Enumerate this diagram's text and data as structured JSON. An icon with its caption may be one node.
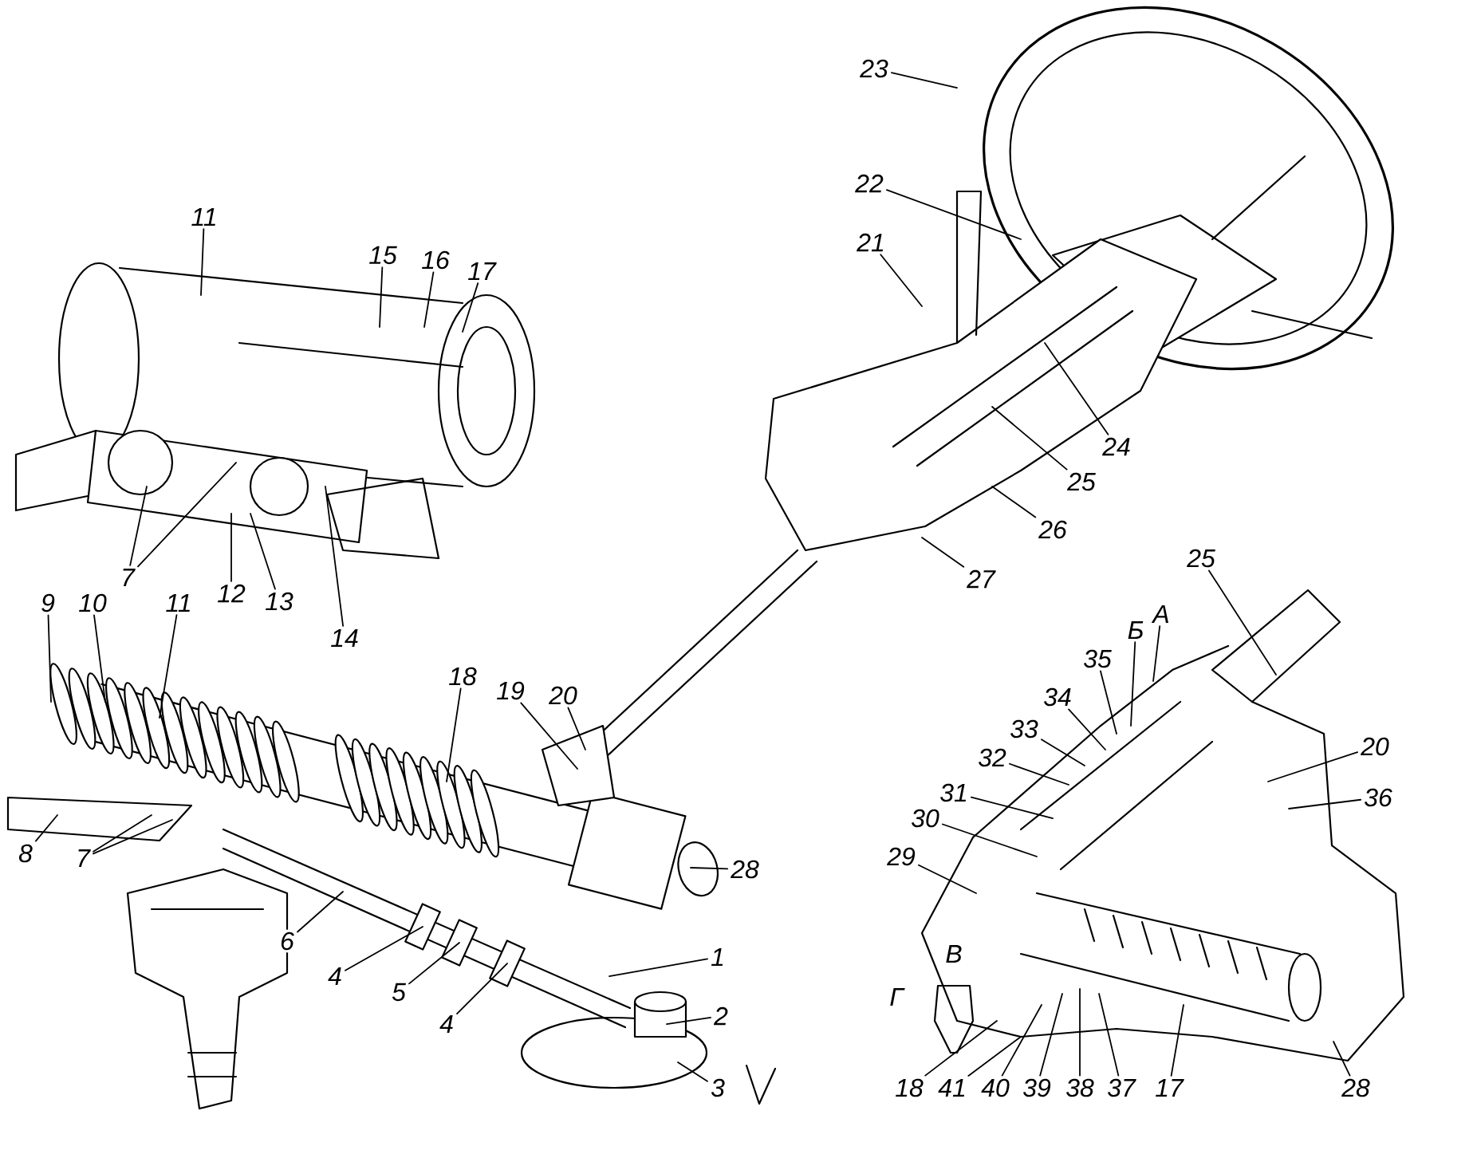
{
  "diagram": {
    "nodes": [
      {
        "text": [
          "11"
        ]
      },
      {
        "text": [
          "15"
        ]
      },
      {
        "text": [
          "16"
        ]
      },
      {
        "text": [
          "17"
        ]
      },
      {
        "text": [
          "7"
        ]
      },
      {
        "text": [
          "12"
        ]
      },
      {
        "text": [
          "13"
        ]
      },
      {
        "text": [
          "14"
        ]
      },
      {
        "text": [
          "9"
        ]
      },
      {
        "text": [
          "10"
        ]
      },
      {
        "text": [
          "11"
        ]
      },
      {
        "text": [
          "18"
        ]
      },
      {
        "text": [
          "19"
        ]
      },
      {
        "text": [
          "20"
        ]
      },
      {
        "text": [
          "8"
        ]
      },
      {
        "text": [
          "7"
        ]
      },
      {
        "text": [
          "28"
        ]
      },
      {
        "text": [
          "6"
        ]
      },
      {
        "text": [
          "4"
        ]
      },
      {
        "text": [
          "5"
        ]
      },
      {
        "text": [
          "4"
        ]
      },
      {
        "text": [
          "1"
        ]
      },
      {
        "text": [
          "2"
        ]
      },
      {
        "text": [
          "3"
        ]
      },
      {
        "text": [
          "23"
        ]
      },
      {
        "text": [
          "22"
        ]
      },
      {
        "text": [
          "21"
        ]
      },
      {
        "text": [
          "24"
        ]
      },
      {
        "text": [
          "25"
        ]
      },
      {
        "text": [
          "26"
        ]
      },
      {
        "text": [
          "27"
        ]
      },
      {
        "text": [
          "25"
        ]
      },
      {
        "text": [
          "А"
        ]
      },
      {
        "text": [
          "Б"
        ]
      },
      {
        "text": [
          "35"
        ]
      },
      {
        "text": [
          "34"
        ]
      },
      {
        "text": [
          "33"
        ]
      },
      {
        "text": [
          "32"
        ]
      },
      {
        "text": [
          "31"
        ]
      },
      {
        "text": [
          "30"
        ]
      },
      {
        "text": [
          "29"
        ]
      },
      {
        "text": [
          "20"
        ]
      },
      {
        "text": [
          "36"
        ]
      },
      {
        "text": [
          "18"
        ]
      },
      {
        "text": [
          "41"
        ]
      },
      {
        "text": [
          "40"
        ]
      },
      {
        "text": [
          "39"
        ]
      },
      {
        "text": [
          "38"
        ]
      },
      {
        "text": [
          "37"
        ]
      },
      {
        "text": [
          "17"
        ]
      },
      {
        "text": [
          "28"
        ]
      }
    ],
    "edges": [
      {
        "from": 0,
        "to": null,
        "arrow": "none"
      },
      {
        "from": 1,
        "to": null,
        "arrow": "none"
      },
      {
        "from": 2,
        "to": null,
        "arrow": "none"
      },
      {
        "from": 3,
        "to": null,
        "arrow": "none"
      },
      {
        "from": 4,
        "to": null,
        "arrow": "none"
      },
      {
        "from": 4,
        "to": null,
        "arrow": "none"
      },
      {
        "from": 5,
        "to": null,
        "arrow": "none"
      },
      {
        "from": 6,
        "to": null,
        "arrow": "none"
      },
      {
        "from": 7,
        "to": null,
        "arrow": "none"
      },
      {
        "from": 8,
        "to": null,
        "arrow": "none"
      },
      {
        "from": 9,
        "to": null,
        "arrow": "none"
      },
      {
        "from": 10,
        "to": null,
        "arrow": "none"
      },
      {
        "from": 11,
        "to": null,
        "arrow": "none"
      },
      {
        "from": 12,
        "to": null,
        "arrow": "none"
      },
      {
        "from": 13,
        "to": null,
        "arrow": "none"
      },
      {
        "from": 14,
        "to": null,
        "arrow": "none"
      },
      {
        "from": 15,
        "to": null,
        "arrow": "none"
      },
      {
        "from": 15,
        "to": null,
        "arrow": "none"
      },
      {
        "from": 16,
        "to": null,
        "arrow": "none"
      },
      {
        "from": 17,
        "to": null,
        "arrow": "none"
      },
      {
        "from": 18,
        "to": null,
        "arrow": "none"
      },
      {
        "from": 19,
        "to": null,
        "arrow": "none"
      },
      {
        "from": 20,
        "to": null,
        "arrow": "none"
      },
      {
        "from": 21,
        "to": null,
        "arrow": "none"
      },
      {
        "from": 22,
        "to": null,
        "arrow": "none"
      },
      {
        "from": 23,
        "to": null,
        "arrow": "none"
      },
      {
        "from": 24,
        "to": null,
        "arrow": "none"
      },
      {
        "from": 25,
        "to": null,
        "arrow": "none"
      },
      {
        "from": 26,
        "to": null,
        "arrow": "none"
      },
      {
        "from": 27,
        "to": null,
        "arrow": "none"
      },
      {
        "from": 28,
        "to": null,
        "arrow": "none"
      },
      {
        "from": 29,
        "to": null,
        "arrow": "none"
      },
      {
        "from": 30,
        "to": null,
        "arrow": "none"
      },
      {
        "from": 31,
        "to": null,
        "arrow": "none"
      },
      {
        "from": 32,
        "to": null,
        "arrow": "none"
      },
      {
        "from": 33,
        "to": null,
        "arrow": "none"
      },
      {
        "from": 34,
        "to": null,
        "arrow": "none"
      },
      {
        "from": 35,
        "to": null,
        "arrow": "none"
      },
      {
        "from": 36,
        "to": null,
        "arrow": "none"
      },
      {
        "from": 37,
        "to": null,
        "arrow": "none"
      },
      {
        "from": 38,
        "to": null,
        "arrow": "none"
      },
      {
        "from": 39,
        "to": null,
        "arrow": "none"
      },
      {
        "from": 40,
        "to": null,
        "arrow": "none"
      },
      {
        "from": 41,
        "to": null,
        "arrow": "none"
      },
      {
        "from": 42,
        "to": null,
        "arrow": "none"
      },
      {
        "from": 43,
        "to": null,
        "arrow": "none"
      },
      {
        "from": 44,
        "to": null,
        "arrow": "none"
      },
      {
        "from": 45,
        "to": null,
        "arrow": "none"
      },
      {
        "from": 46,
        "to": null,
        "arrow": "none"
      },
      {
        "from": 47,
        "to": null,
        "arrow": "none"
      },
      {
        "from": 48,
        "to": null,
        "arrow": "none"
      },
      {
        "from": 49,
        "to": null,
        "arrow": "none"
      },
      {
        "from": 50,
        "to": null,
        "arrow": "none"
      }
    ],
    "labels": [
      "В",
      "Г"
    ]
  }
}
